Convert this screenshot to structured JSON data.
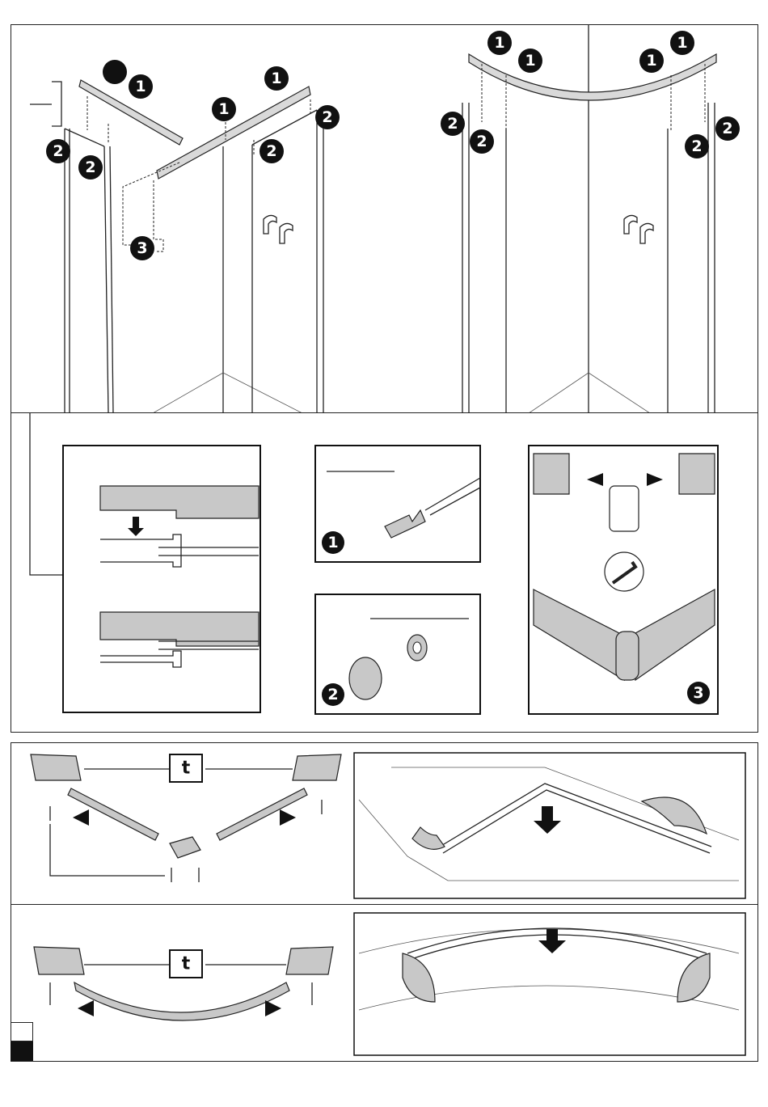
{
  "badges": {
    "one": "1",
    "two": "2",
    "three": "3"
  },
  "tool_label": "t",
  "icons": {
    "step_marker": "step-marker-square",
    "screw": "screw-icon",
    "hex_key": "hex-key-icon",
    "arrow": "arrow-icon",
    "rotate": "rotate-arrow-icon",
    "valve": "valve-fitting-icon"
  },
  "colors": {
    "line": "#222222",
    "fill_grey": "#c8c8c8",
    "fill_light": "#d9d9d9",
    "badge": "#111111"
  }
}
